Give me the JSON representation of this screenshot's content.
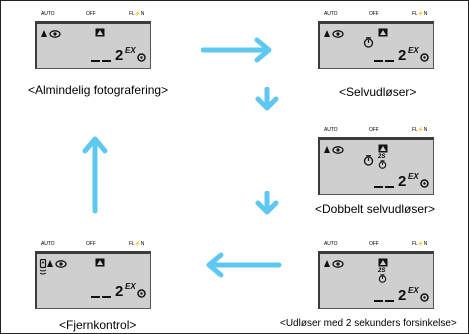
{
  "mode_bar": {
    "auto": "AUTO",
    "off": "OFF",
    "flash": "FL⚡N"
  },
  "lcd": {
    "frame_counter": "2",
    "counter_suffix": "EX",
    "delay_label": "2S"
  },
  "captions": {
    "normal": "<Almindelig fotografering>",
    "self_timer": "<Selvudløser>",
    "double_self_timer": "<Dobbelt selvudløser>",
    "two_second_delay": "<Udløser med 2 sekunders forsinkelse>",
    "remote": "<Fjernkontrol>"
  },
  "colors": {
    "arrow": "#5ec8f0",
    "lcd_bg": "#cfcfcf",
    "lcd_border": "#3b3b3b"
  }
}
